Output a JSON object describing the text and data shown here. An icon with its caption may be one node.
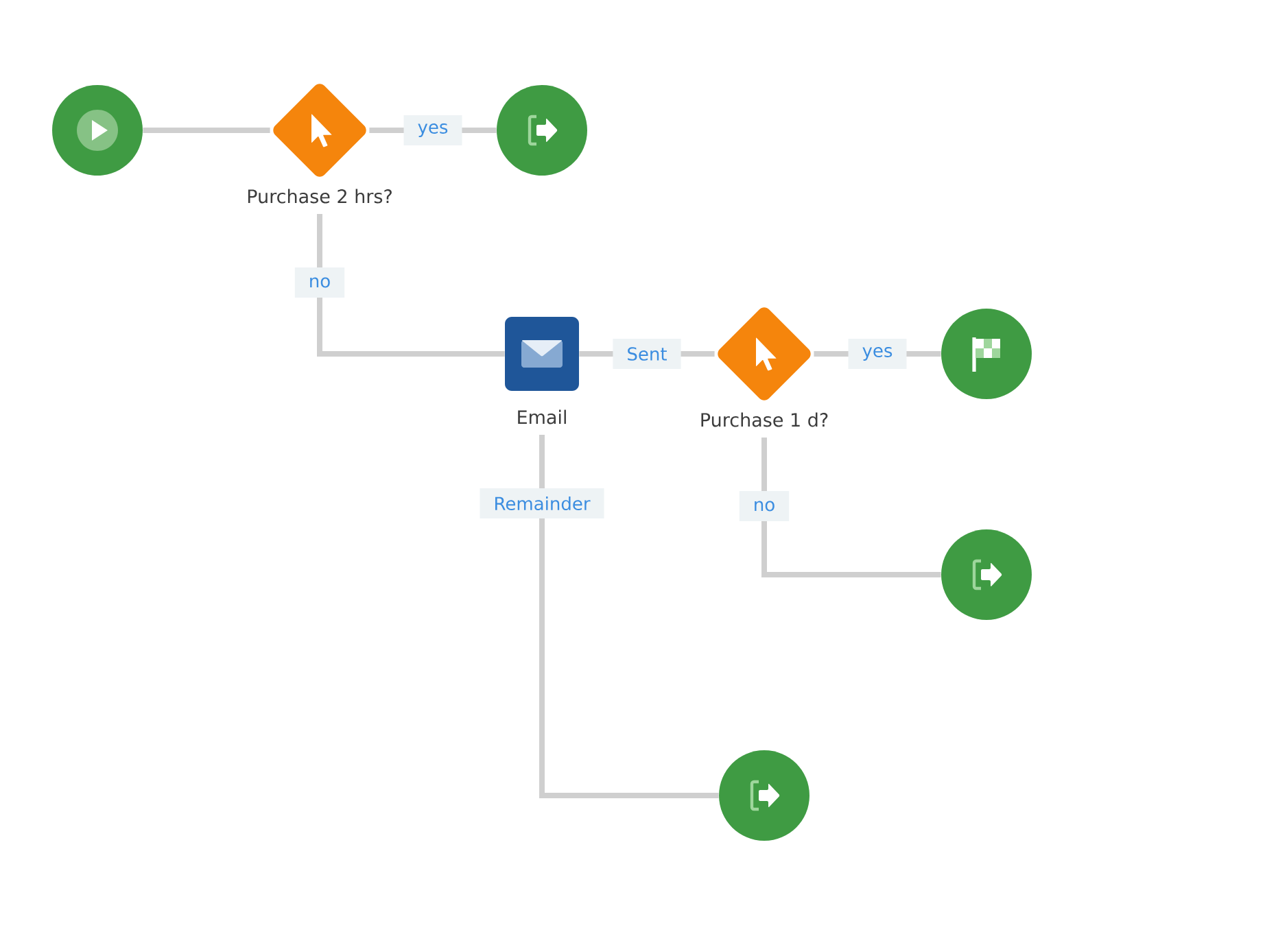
{
  "diagram": {
    "nodes": [
      {
        "text": [],
        "shape": "circle"
      },
      {
        "text": [
          "Purchase 2 hrs?"
        ]
      },
      {
        "text": [],
        "shape": "circle"
      },
      {
        "text": [
          "Email"
        ]
      },
      {
        "text": [
          "Purchase 1 d?"
        ]
      },
      {
        "text": [],
        "shape": "circle"
      },
      {
        "text": [],
        "shape": "circle"
      },
      {
        "text": [],
        "shape": "circle"
      }
    ],
    "edges": [
      {
        "from": 0,
        "to": 1,
        "arrow": "none"
      },
      {
        "from": 1,
        "to": 2,
        "arrow": "none",
        "label": "yes"
      },
      {
        "from": 1,
        "to": 3,
        "arrow": "none",
        "label": "no"
      },
      {
        "from": 3,
        "to": 4,
        "arrow": "none",
        "label": "Sent"
      },
      {
        "from": 4,
        "to": 5,
        "arrow": "none",
        "label": "yes"
      },
      {
        "from": 4,
        "to": 6,
        "arrow": "none",
        "label": "no"
      },
      {
        "from": 3,
        "to": 7,
        "arrow": "none",
        "label": "Remainder"
      }
    ]
  }
}
